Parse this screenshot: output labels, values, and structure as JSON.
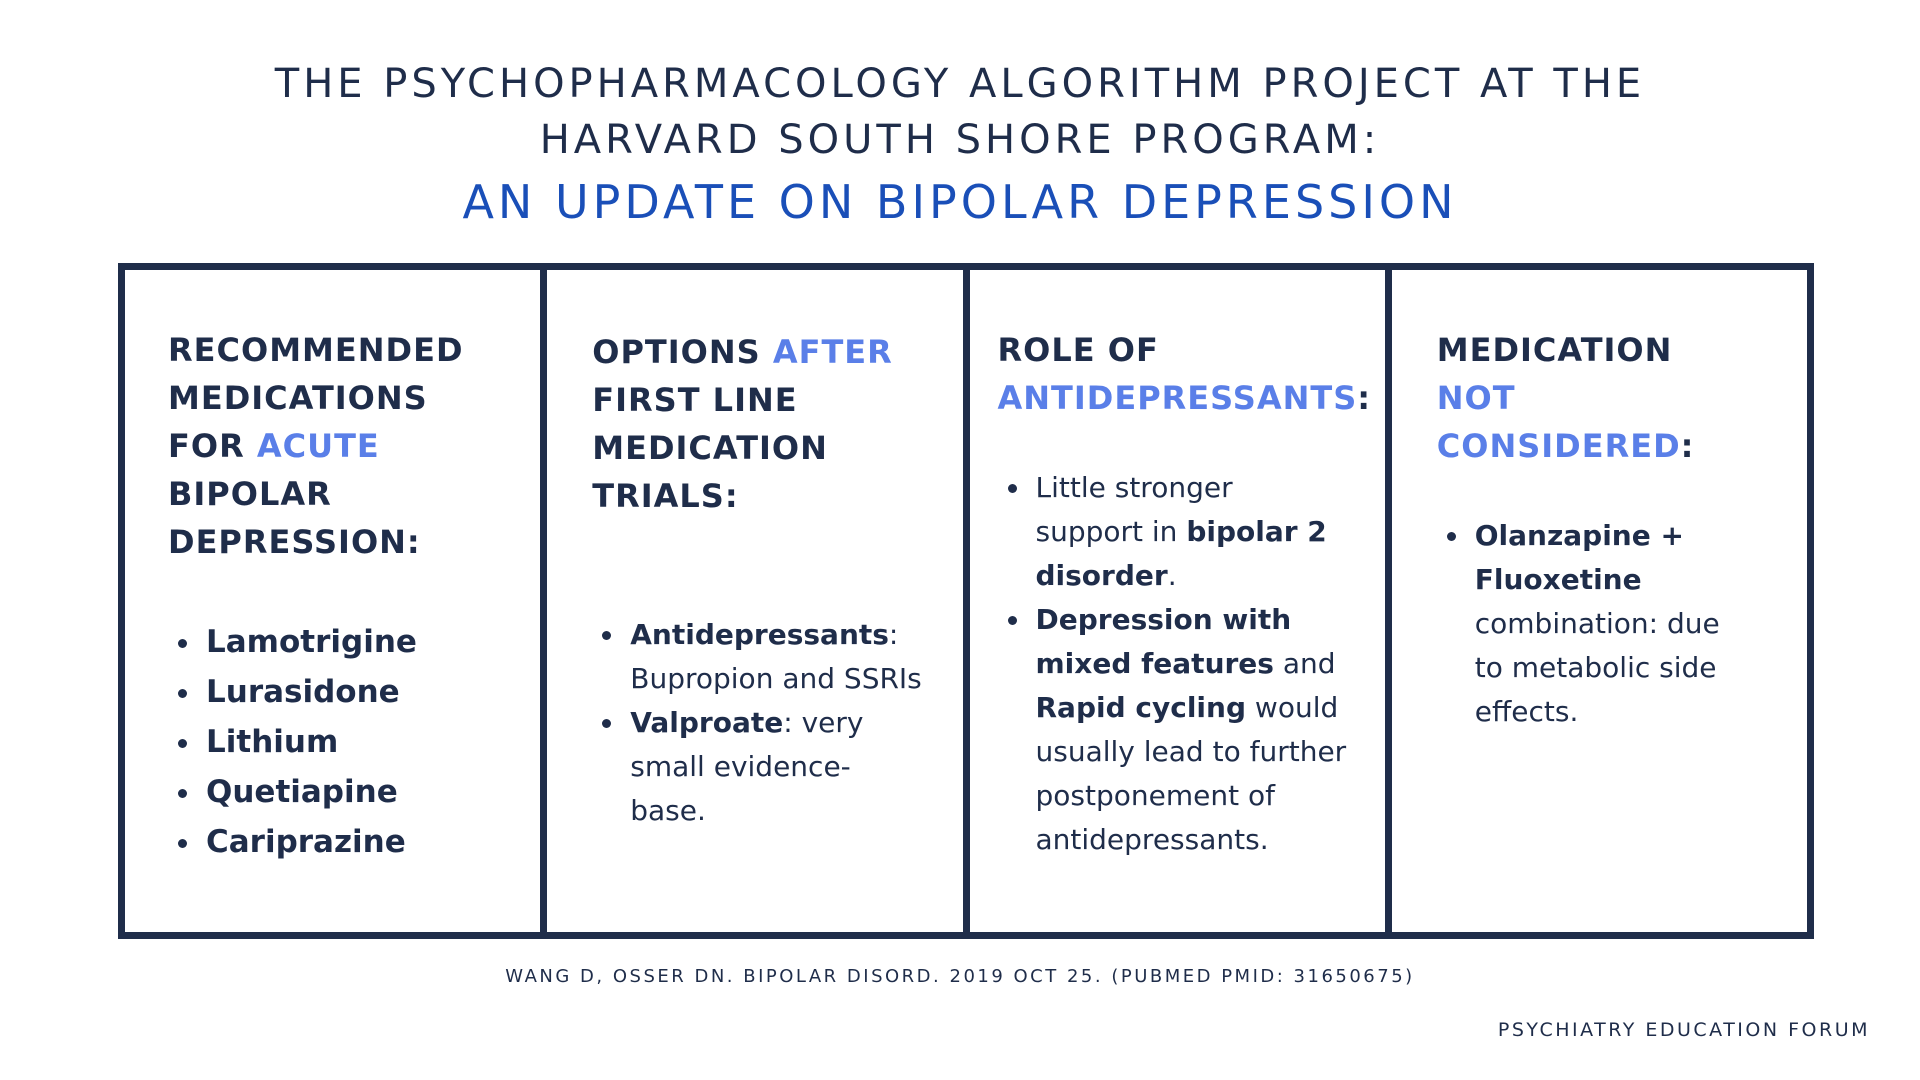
{
  "title": {
    "line1": "THE PSYCHOPHARMACOLOGY ALGORITHM PROJECT AT THE",
    "line2": "HARVARD SOUTH SHORE PROGRAM:",
    "subtitle": "AN UPDATE ON BIPOLAR DEPRESSION"
  },
  "columns": [
    {
      "heading_pre": "RECOMMENDED MEDICATIONS FOR ",
      "heading_accent": "ACUTE",
      "heading_post": " BIPOLAR DEPRESSION:",
      "items": [
        "Lamotrigine",
        "Lurasidone",
        "Lithium",
        "Quetiapine",
        "Cariprazine"
      ]
    },
    {
      "heading_pre": "OPTIONS ",
      "heading_accent": "AFTER",
      "heading_post": " FIRST LINE MEDICATION TRIALS:",
      "items": [
        {
          "bold": "Antidepressants",
          "text": ": Bupropion and SSRIs"
        },
        {
          "bold": "Valproate",
          "text": ": very small evidence-base."
        }
      ]
    },
    {
      "heading_pre": "ROLE OF ",
      "heading_accent": "ANTIDEPRESSANTS",
      "heading_post": ":",
      "items": [
        {
          "t1": "Little stronger support in ",
          "b1": "bipolar 2 disorder",
          "t2": "."
        },
        {
          "b1": "Depression with mixed features",
          "t1": " and ",
          "b2": "Rapid cycling",
          "t2": " would usually lead to further postponement of antidepressants."
        }
      ]
    },
    {
      "heading_pre": "MEDICATION ",
      "heading_accent": "NOT CONSIDERED",
      "heading_post": ":",
      "items": [
        {
          "bold": "Olanzapine + Fluoxetine",
          "text": " combination: due to metabolic side effects."
        }
      ]
    }
  ],
  "citation": "WANG D, OSSER DN. BIPOLAR DISORD. 2019 OCT 25. (PUBMED PMID: 31650675)",
  "footer": "PSYCHIATRY EDUCATION FORUM",
  "colors": {
    "navy": "#1f2d4a",
    "title_blue": "#1a4fb8",
    "accent_blue": "#5a7fe8"
  }
}
